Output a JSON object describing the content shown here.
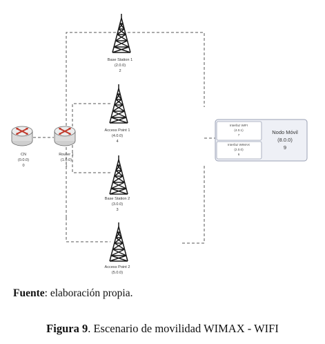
{
  "nodes": {
    "cn": {
      "name": "CN",
      "addr": "(0.0.0)",
      "id": "0"
    },
    "router": {
      "name": "Router 1",
      "addr": "(1.0.0)",
      "id": "1"
    },
    "bs1": {
      "name": "Base Station 1",
      "addr": "(2.0.0)",
      "id": "2"
    },
    "ap1": {
      "name": "Access Point 1",
      "addr": "(4.0.0)",
      "id": "4"
    },
    "bs2": {
      "name": "Base Station 2",
      "addr": "(3.0.0)",
      "id": "3"
    },
    "ap2": {
      "name": "Access Point 2",
      "addr": "(5.0.0)",
      "id": ""
    }
  },
  "mobile_node": {
    "name": "Nodo Móvil",
    "addr": "(8.0.0)",
    "id": "9",
    "interfaces": [
      {
        "name": "Interfaz WIFI",
        "addr": "(4.0.1)",
        "id": "7"
      },
      {
        "name": "Interfaz WIMAX",
        "addr": "(2.0.0)",
        "id": "6"
      }
    ]
  },
  "footer": {
    "source_bold": "Fuente",
    "source_text": ": elaboración propia.",
    "caption_bold": "Figura 9",
    "caption_text": ". Escenario de movilidad WIMAX - WIFI"
  },
  "colors": {
    "router_body": "#e9e9e9",
    "router_arrows": "#c0392b",
    "tower": "#1a1a1a",
    "mobile_fill": "#eef0f6",
    "mobile_border": "#9aa0b4"
  },
  "icons": {
    "router": "router-icon",
    "tower": "antenna-tower-icon"
  }
}
